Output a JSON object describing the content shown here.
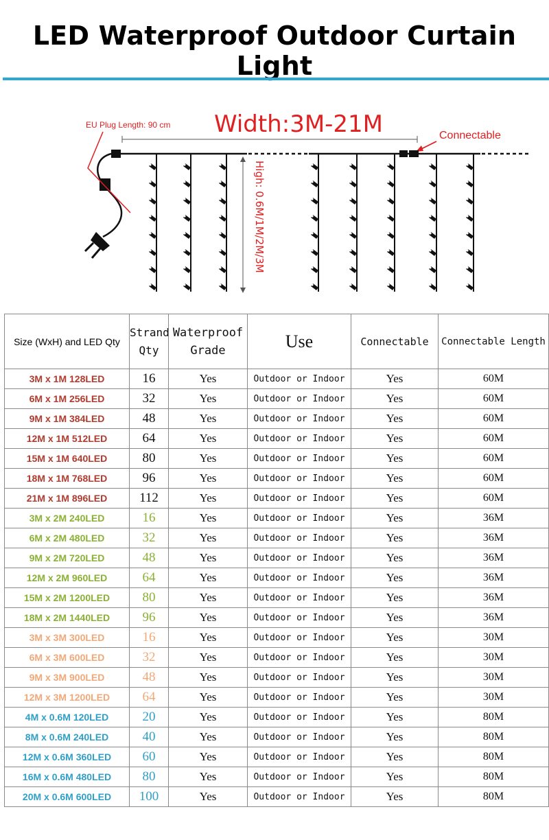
{
  "title": "LED Waterproof Outdoor Curtain Light",
  "diagram": {
    "plug_label": "EU Plug Length: 90 cm",
    "width_label": "Width:3M-21M",
    "connectable_label": "Connectable",
    "height_label": "High:  0.6M/1M/2M/3M",
    "accent_color": "#e02020"
  },
  "table": {
    "headers": {
      "size": "Size (WxH) and LED Qty",
      "strand_line1": "Strand",
      "strand_line2": "Qty",
      "waterproof_line1": "Waterproof",
      "waterproof_line2": "Grade",
      "use": "Use",
      "connectable": "Connectable",
      "length": "Connectable Length"
    },
    "group_colors": {
      "red": "#b03a2e",
      "green": "#8ab034",
      "orange": "#f0a878",
      "blue": "#2f9fc8"
    },
    "rows": [
      {
        "group": "red",
        "size": "3M x 1M 128LED",
        "qty": "16",
        "waterproof": "Yes",
        "use": "Outdoor or Indoor",
        "connectable": "Yes",
        "length": "60M"
      },
      {
        "group": "red",
        "size": "6M x 1M 256LED",
        "qty": "32",
        "waterproof": "Yes",
        "use": "Outdoor or Indoor",
        "connectable": "Yes",
        "length": "60M"
      },
      {
        "group": "red",
        "size": "9M x 1M 384LED",
        "qty": "48",
        "waterproof": "Yes",
        "use": "Outdoor or Indoor",
        "connectable": "Yes",
        "length": "60M"
      },
      {
        "group": "red",
        "size": "12M x 1M 512LED",
        "qty": "64",
        "waterproof": "Yes",
        "use": "Outdoor or Indoor",
        "connectable": "Yes",
        "length": "60M"
      },
      {
        "group": "red",
        "size": "15M x 1M 640LED",
        "qty": "80",
        "waterproof": "Yes",
        "use": "Outdoor or Indoor",
        "connectable": "Yes",
        "length": "60M"
      },
      {
        "group": "red",
        "size": "18M x 1M 768LED",
        "qty": "96",
        "waterproof": "Yes",
        "use": "Outdoor or Indoor",
        "connectable": "Yes",
        "length": "60M"
      },
      {
        "group": "red",
        "size": "21M x 1M 896LED",
        "qty": "112",
        "waterproof": "Yes",
        "use": "Outdoor or Indoor",
        "connectable": "Yes",
        "length": "60M"
      },
      {
        "group": "green",
        "size": "3M x 2M 240LED",
        "qty": "16",
        "waterproof": "Yes",
        "use": "Outdoor or Indoor",
        "connectable": "Yes",
        "length": "36M"
      },
      {
        "group": "green",
        "size": "6M x 2M 480LED",
        "qty": "32",
        "waterproof": "Yes",
        "use": "Outdoor or Indoor",
        "connectable": "Yes",
        "length": "36M"
      },
      {
        "group": "green",
        "size": "9M x 2M 720LED",
        "qty": "48",
        "waterproof": "Yes",
        "use": "Outdoor or Indoor",
        "connectable": "Yes",
        "length": "36M"
      },
      {
        "group": "green",
        "size": "12M x 2M 960LED",
        "qty": "64",
        "waterproof": "Yes",
        "use": "Outdoor or Indoor",
        "connectable": "Yes",
        "length": "36M"
      },
      {
        "group": "green",
        "size": "15M x 2M 1200LED",
        "qty": "80",
        "waterproof": "Yes",
        "use": "Outdoor or Indoor",
        "connectable": "Yes",
        "length": "36M"
      },
      {
        "group": "green",
        "size": "18M x 2M 1440LED",
        "qty": "96",
        "waterproof": "Yes",
        "use": "Outdoor or Indoor",
        "connectable": "Yes",
        "length": "36M"
      },
      {
        "group": "orange",
        "size": "3M x 3M 300LED",
        "qty": "16",
        "waterproof": "Yes",
        "use": "Outdoor or Indoor",
        "connectable": "Yes",
        "length": "30M"
      },
      {
        "group": "orange",
        "size": "6M x 3M 600LED",
        "qty": "32",
        "waterproof": "Yes",
        "use": "Outdoor or Indoor",
        "connectable": "Yes",
        "length": "30M"
      },
      {
        "group": "orange",
        "size": "9M x 3M 900LED",
        "qty": "48",
        "waterproof": "Yes",
        "use": "Outdoor or Indoor",
        "connectable": "Yes",
        "length": "30M"
      },
      {
        "group": "orange",
        "size": "12M x 3M 1200LED",
        "qty": "64",
        "waterproof": "Yes",
        "use": "Outdoor or Indoor",
        "connectable": "Yes",
        "length": "30M"
      },
      {
        "group": "blue",
        "size": "4M x 0.6M 120LED",
        "qty": "20",
        "waterproof": "Yes",
        "use": "Outdoor or Indoor",
        "connectable": "Yes",
        "length": "80M"
      },
      {
        "group": "blue",
        "size": "8M x 0.6M 240LED",
        "qty": "40",
        "waterproof": "Yes",
        "use": "Outdoor or Indoor",
        "connectable": "Yes",
        "length": "80M"
      },
      {
        "group": "blue",
        "size": "12M x 0.6M 360LED",
        "qty": "60",
        "waterproof": "Yes",
        "use": "Outdoor or Indoor",
        "connectable": "Yes",
        "length": "80M"
      },
      {
        "group": "blue",
        "size": "16M x 0.6M 480LED",
        "qty": "80",
        "waterproof": "Yes",
        "use": "Outdoor or Indoor",
        "connectable": "Yes",
        "length": "80M"
      },
      {
        "group": "blue",
        "size": "20M x 0.6M 600LED",
        "qty": "100",
        "waterproof": "Yes",
        "use": "Outdoor or Indoor",
        "connectable": "Yes",
        "length": "80M"
      }
    ]
  }
}
